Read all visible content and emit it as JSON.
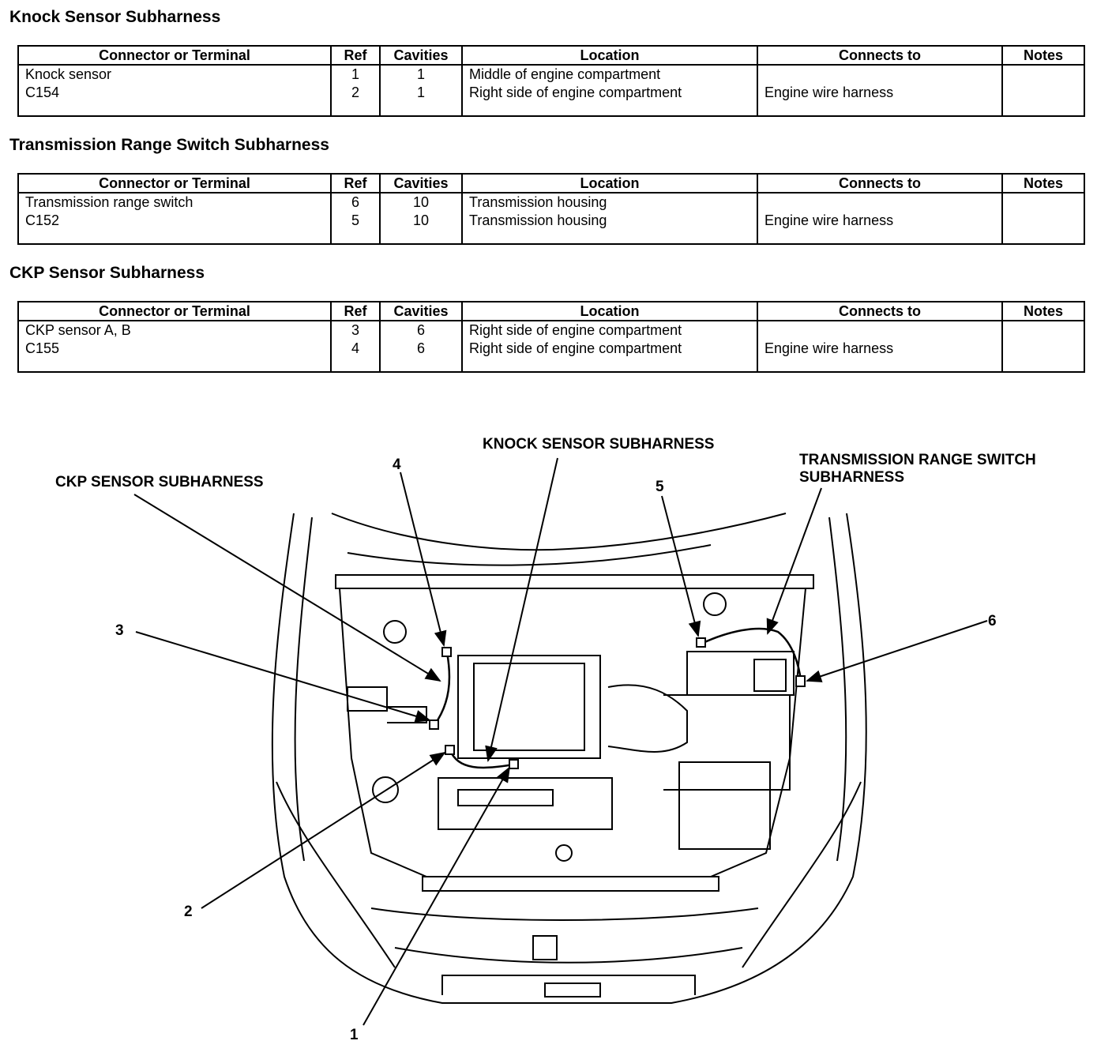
{
  "columns": [
    "Connector or Terminal",
    "Ref",
    "Cavities",
    "Location",
    "Connects to",
    "Notes"
  ],
  "sections": [
    {
      "title": "Knock Sensor Subharness",
      "rows": [
        {
          "connector": "Knock sensor",
          "ref": "1",
          "cavities": "1",
          "location": "Middle of engine compartment",
          "connects_to": "",
          "notes": ""
        },
        {
          "connector": "C154",
          "ref": "2",
          "cavities": "1",
          "location": "Right side of engine compartment",
          "connects_to": "Engine wire harness",
          "notes": ""
        }
      ]
    },
    {
      "title": "Transmission Range Switch Subharness",
      "rows": [
        {
          "connector": "Transmission range switch",
          "ref": "6",
          "cavities": "10",
          "location": "Transmission housing",
          "connects_to": "",
          "notes": ""
        },
        {
          "connector": "C152",
          "ref": "5",
          "cavities": "10",
          "location": "Transmission housing",
          "connects_to": "Engine wire harness",
          "notes": ""
        }
      ]
    },
    {
      "title": "CKP Sensor Subharness",
      "rows": [
        {
          "connector": "CKP sensor A, B",
          "ref": "3",
          "cavities": "6",
          "location": "Right side of engine compartment",
          "connects_to": "",
          "notes": ""
        },
        {
          "connector": "C155",
          "ref": "4",
          "cavities": "6",
          "location": "Right side of engine compartment",
          "connects_to": "Engine wire harness",
          "notes": ""
        }
      ]
    }
  ],
  "diagram": {
    "labels": {
      "knock": "KNOCK SENSOR SUBHARNESS",
      "ckp": "CKP SENSOR SUBHARNESS",
      "trs_line1": "TRANSMISSION RANGE SWITCH",
      "trs_line2": "SUBHARNESS"
    },
    "callouts": [
      "1",
      "2",
      "3",
      "4",
      "5",
      "6"
    ]
  }
}
